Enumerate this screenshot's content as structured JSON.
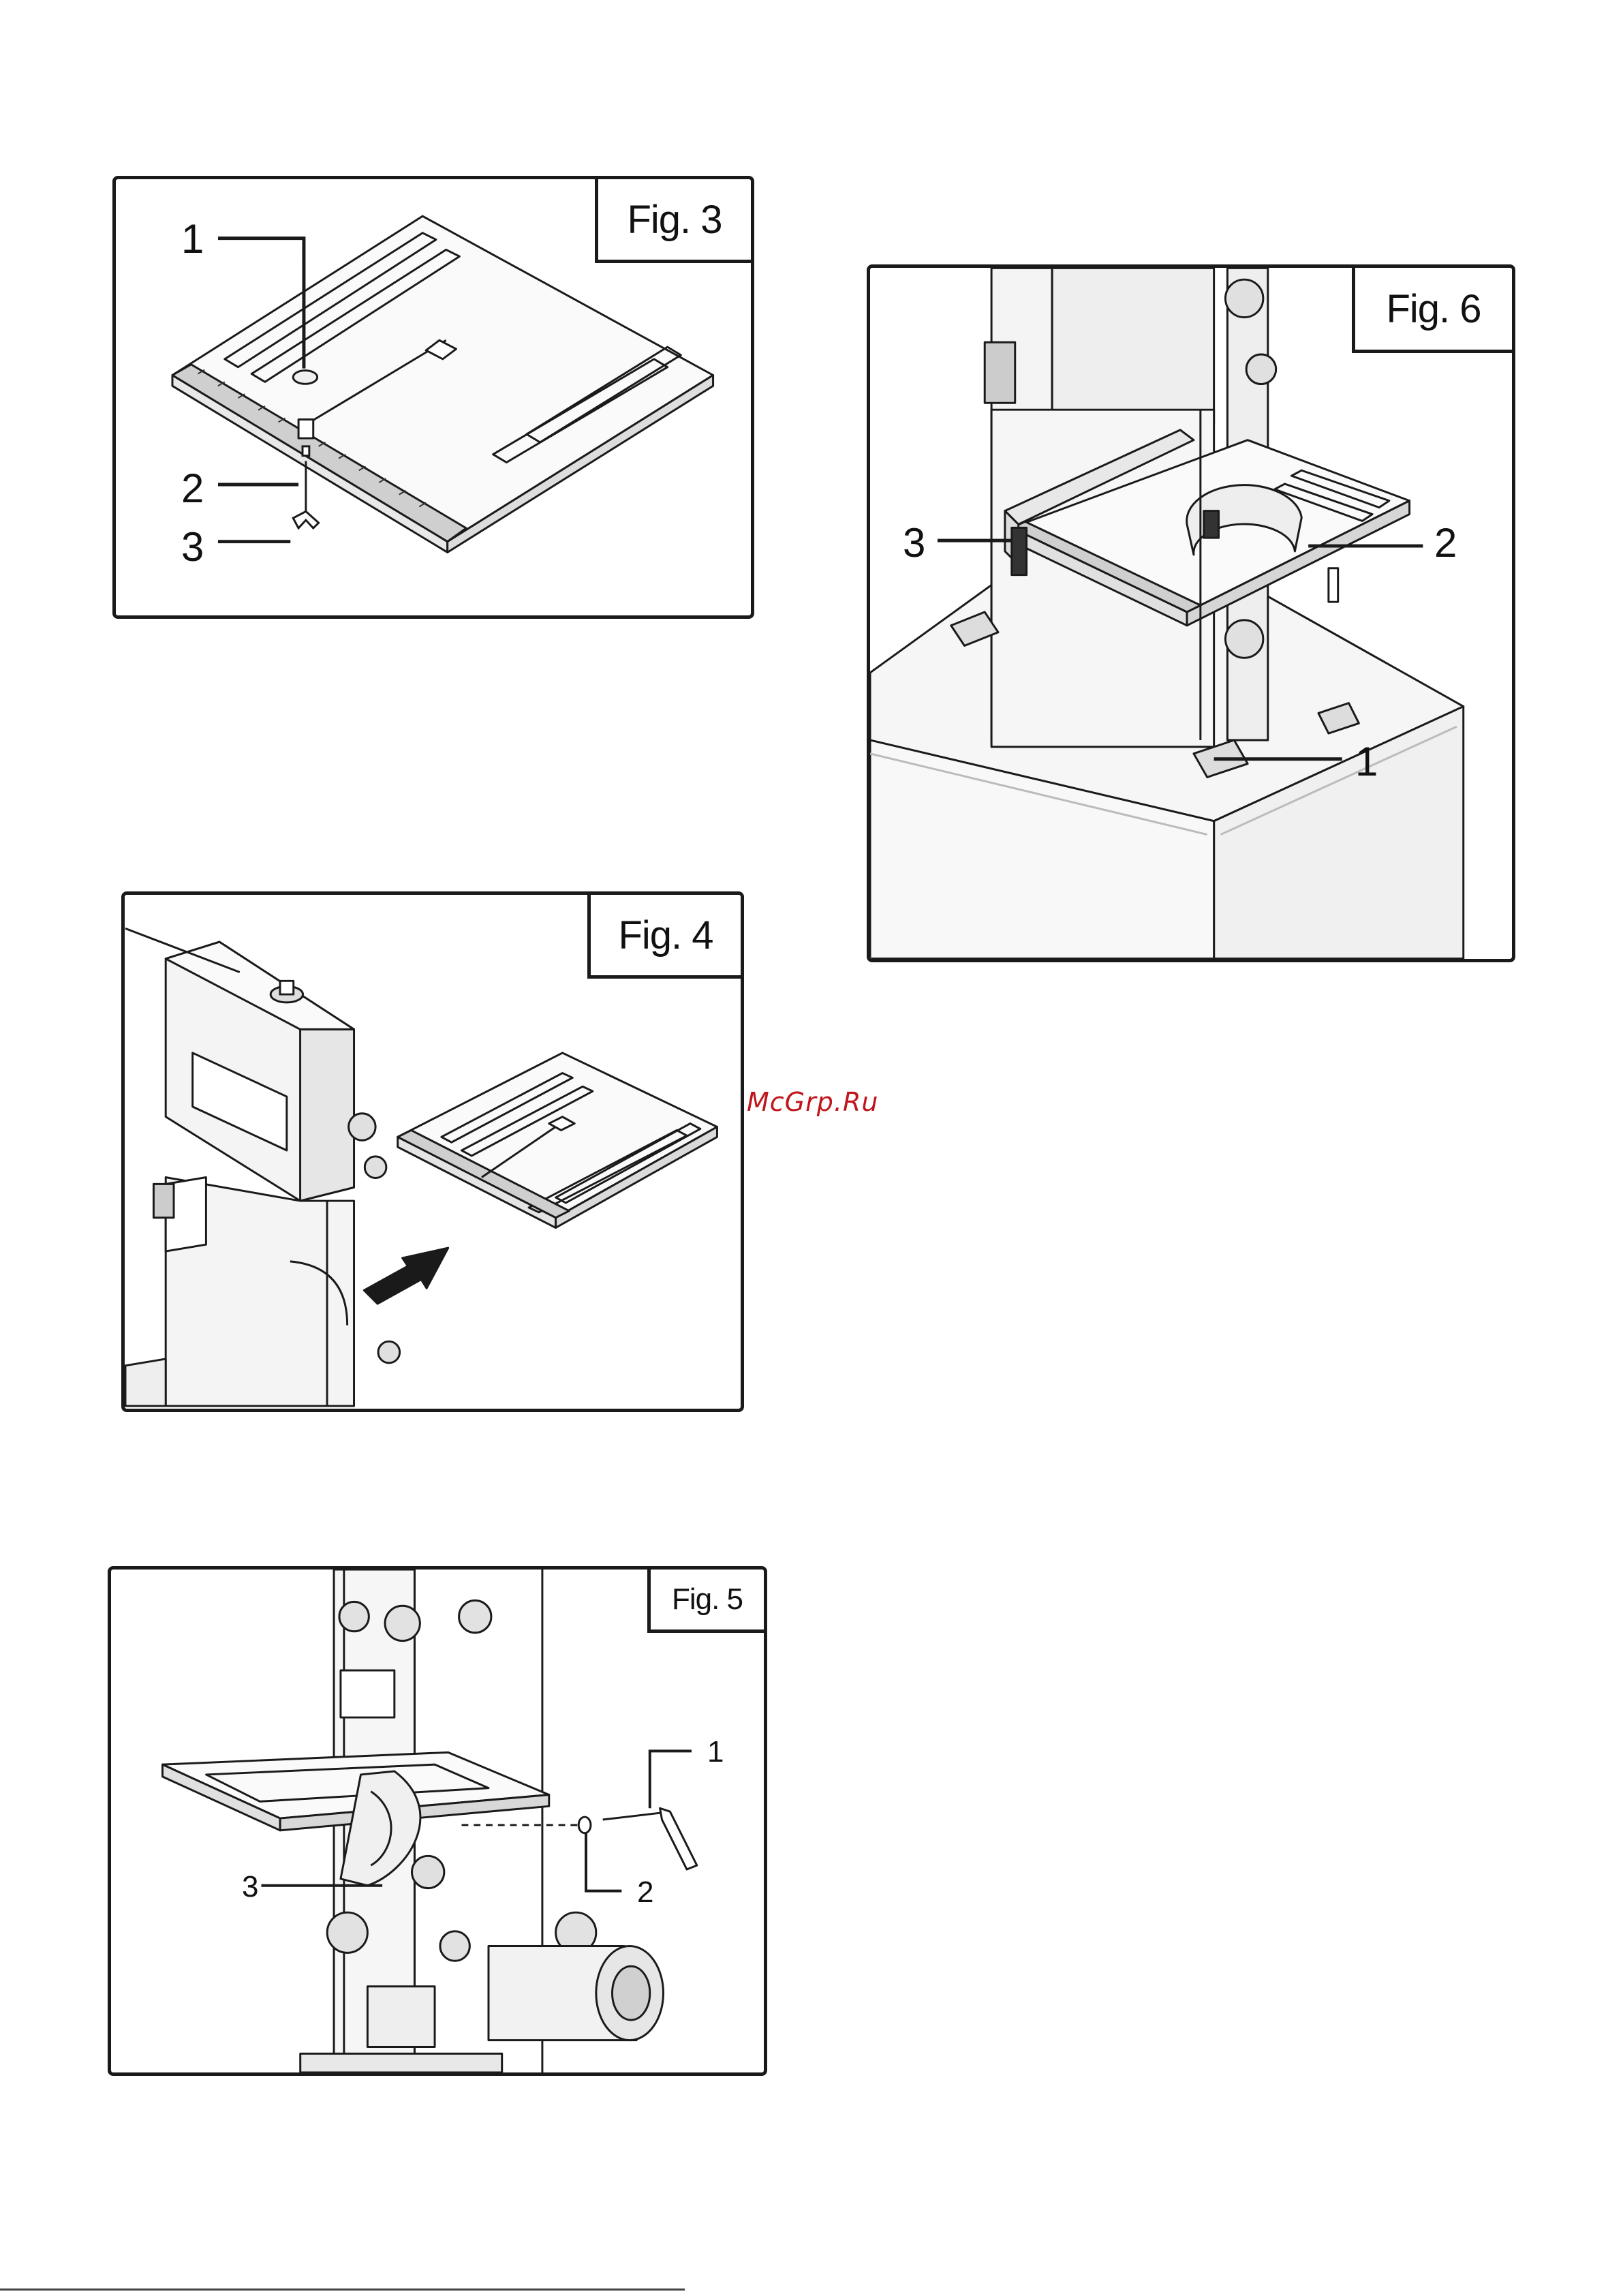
{
  "figures": {
    "fig3": {
      "label": "Fig. 3",
      "callouts": [
        "1",
        "2",
        "3"
      ]
    },
    "fig4": {
      "label": "Fig. 4"
    },
    "fig5": {
      "label": "Fig. 5",
      "callouts": [
        "1",
        "2",
        "3"
      ]
    },
    "fig6": {
      "label": "Fig. 6",
      "callouts": [
        "1",
        "2",
        "3"
      ]
    }
  },
  "watermark": "McGrp.Ru",
  "colors": {
    "line": "#1a1a1a",
    "watermark": "#c0161c",
    "machine_fill": "#f4f4f4"
  }
}
